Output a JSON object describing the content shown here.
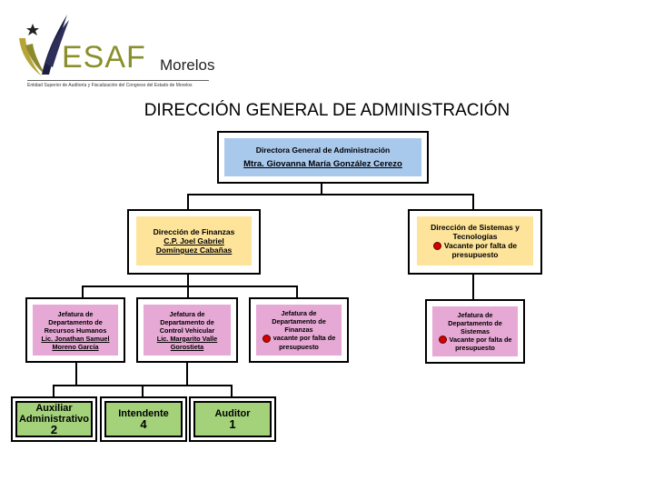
{
  "logo": {
    "brand": "ESAF",
    "sub": "Morelos",
    "caption": "Entidad Superior de Auditoría y Fiscalización del Congreso del Estado de Morelos"
  },
  "title": "DIRECCIÓN GENERAL DE ADMINISTRACIÓN",
  "colors": {
    "blue": "#a8c8ec",
    "yellow": "#fde49a",
    "pink": "#e6a8d4",
    "green": "#a4d27a",
    "vacant_dot": "#d40000"
  },
  "top": {
    "role": "Directora General de Administración",
    "name": "Mtra. Giovanna María González Cerezo"
  },
  "finanzas": {
    "role": "Dirección de Finanzas",
    "name1": "C.P. Joel Gabriel",
    "name2": "Domínguez Cabañas"
  },
  "sistemas": {
    "role1": "Dirección de Sistemas y",
    "role2": "Tecnologías",
    "vac1": "Vacante por falta de",
    "vac2": "presupuesto"
  },
  "rh": {
    "l1": "Jefatura de",
    "l2": "Departamento de",
    "l3": "Recursos Humanos",
    "n1": "Lic. Jonathan Samuel",
    "n2": "Moreno García"
  },
  "cv": {
    "l1": "Jefatura de",
    "l2": "Departamento de",
    "l3": "Control Vehicular",
    "n1": "Lic. Margarito Valle",
    "n2": "Gorostieta"
  },
  "fin_dept": {
    "l1": "Jefatura de",
    "l2": "Departamento de",
    "l3": "Finanzas",
    "v1": "vacante por falta de",
    "v2": "presupuesto"
  },
  "sis_dept": {
    "l1": "Jefatura de",
    "l2": "Departamento de",
    "l3": "Sistemas",
    "v1": "Vacante por falta de",
    "v2": "presupuesto"
  },
  "aux": {
    "l1": "Auxiliar",
    "l2": "Administrativo",
    "count": "2"
  },
  "intendente": {
    "label": "Intendente",
    "count": "4"
  },
  "auditor": {
    "label": "Auditor",
    "count": "1"
  }
}
